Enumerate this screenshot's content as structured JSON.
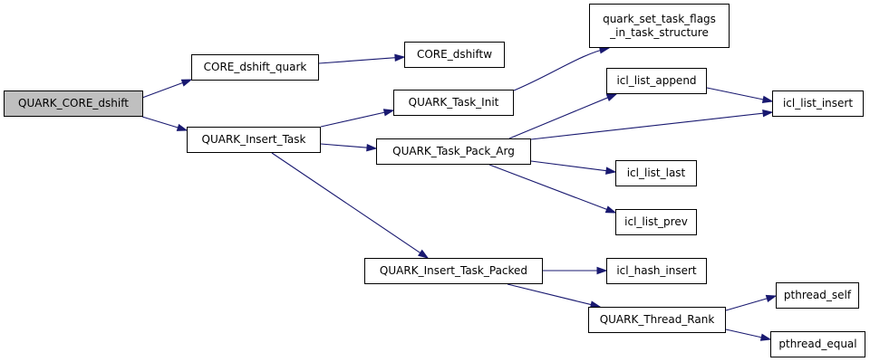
{
  "graph": {
    "nodes": {
      "root": "QUARK_CORE_dshift",
      "core_dshift_quark": "CORE_dshift_quark",
      "core_dshiftw": "CORE_dshiftw",
      "insert_task": "QUARK_Insert_Task",
      "task_init": "QUARK_Task_Init",
      "set_task_flags": "quark_set_task_flags\n_in_task_structure",
      "task_pack_arg": "QUARK_Task_Pack_Arg",
      "list_append": "icl_list_append",
      "list_insert": "icl_list_insert",
      "list_last": "icl_list_last",
      "list_prev": "icl_list_prev",
      "insert_task_packed": "QUARK_Insert_Task_Packed",
      "hash_insert": "icl_hash_insert",
      "thread_rank": "QUARK_Thread_Rank",
      "pthread_self": "pthread_self",
      "pthread_equal": "pthread_equal"
    },
    "edge_color": "#191970",
    "root_fill": "#bfbfbf"
  }
}
